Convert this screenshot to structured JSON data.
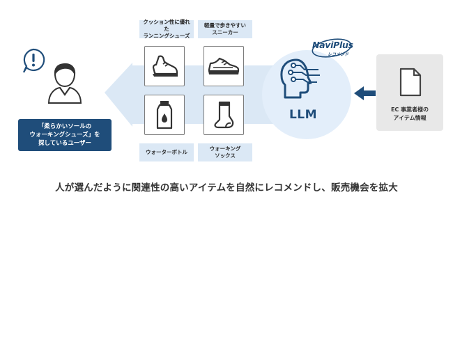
{
  "products": [
    {
      "label": "クッション性に優れた\nランニングシューズ",
      "icon": "running-shoe-icon"
    },
    {
      "label": "軽量で歩きやすい\nスニーカー",
      "icon": "sneaker-icon"
    },
    {
      "label": "ウォーターボトル",
      "icon": "water-bottle-icon"
    },
    {
      "label": "ウォーキング\nソックス",
      "icon": "socks-icon"
    }
  ],
  "user": {
    "label": "「柔らかいソールの\nウォーキングシューズ」を\n探しているユーザー",
    "alert_icon": "exclamation-bubble-icon",
    "avatar_icon": "user-icon"
  },
  "llm": {
    "label": "LLM",
    "icon": "ai-head-icon"
  },
  "logo": {
    "main": "NaviPlus",
    "sub": "レコメンド"
  },
  "ec_source": {
    "label": "EC 事業者様の\nアイテム情報",
    "icon": "document-icon"
  },
  "caption": "人が選んだように関連性の高いアイテムを自然にレコメンドし、販売機会を拡大",
  "colors": {
    "navy": "#1f4d7a",
    "light_blue": "#dbe8f5",
    "circle_blue": "#e3eefa",
    "gray_box": "#e8e8e8"
  }
}
